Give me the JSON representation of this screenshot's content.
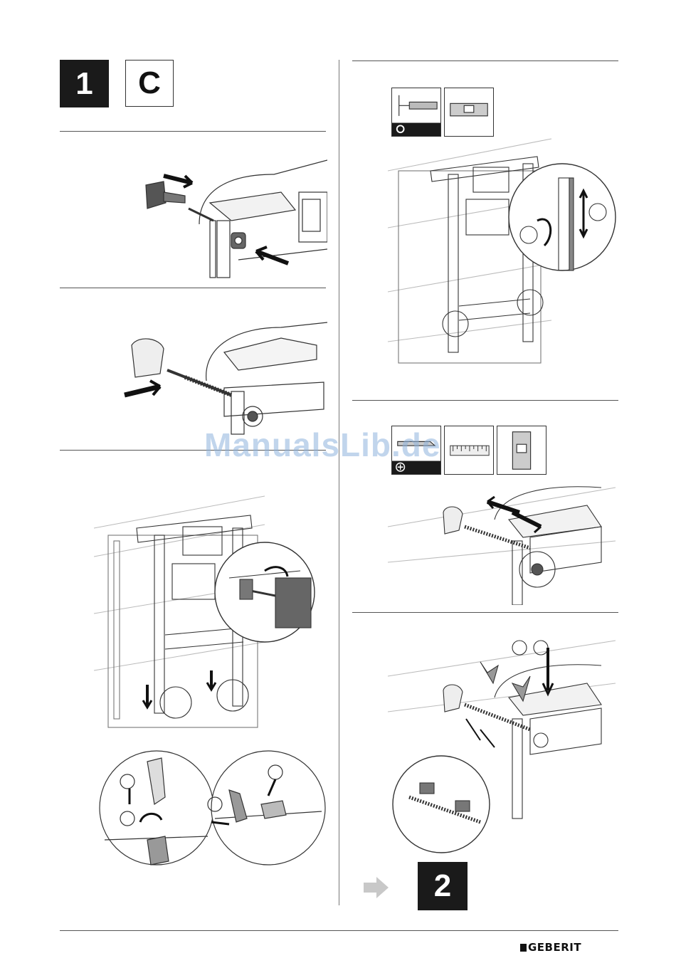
{
  "header": {
    "step_number": "1",
    "variant_letter": "C"
  },
  "next_step": {
    "arrow_icon": "arrow-right-icon",
    "number": "2"
  },
  "callout_numbers": [],
  "footer": {
    "brand": "GEBERIT"
  },
  "watermark": "ManualsLib.de",
  "colors": {
    "step_box": "#1a1a1a",
    "rule": "#555555",
    "arrow_gray": "#c8c8c8",
    "line_art": "#333333"
  },
  "tool_icons": {
    "top_right": [
      "socket-wrench-icon",
      "spirit-level-icon"
    ],
    "middle_right": [
      "screwdriver-plus-icon",
      "ruler-icon",
      "spirit-level-box-icon"
    ]
  }
}
